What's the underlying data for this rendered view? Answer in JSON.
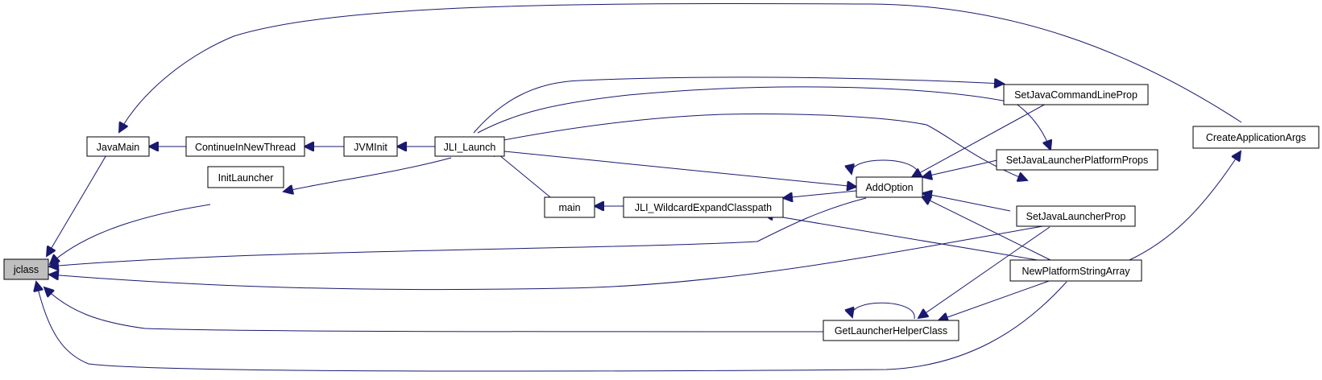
{
  "graph": {
    "edge_color": "#191970",
    "root_fill": "#bfbfbf",
    "nodes": [
      {
        "id": "jclass",
        "label": "jclass"
      },
      {
        "id": "JavaMain",
        "label": "JavaMain"
      },
      {
        "id": "ContinueInNewThread",
        "label": "ContinueInNewThread"
      },
      {
        "id": "JVMInit",
        "label": "JVMInit"
      },
      {
        "id": "JLI_Launch",
        "label": "JLI_Launch"
      },
      {
        "id": "InitLauncher",
        "label": "InitLauncher"
      },
      {
        "id": "main",
        "label": "main"
      },
      {
        "id": "JLI_WildcardExpandClasspath",
        "label": "JLI_WildcardExpandClasspath"
      },
      {
        "id": "AddOption",
        "label": "AddOption"
      },
      {
        "id": "SetJavaCommandLineProp",
        "label": "SetJavaCommandLineProp"
      },
      {
        "id": "SetJavaLauncherPlatformProps",
        "label": "SetJavaLauncherPlatformProps"
      },
      {
        "id": "SetJavaLauncherProp",
        "label": "SetJavaLauncherProp"
      },
      {
        "id": "NewPlatformStringArray",
        "label": "NewPlatformStringArray"
      },
      {
        "id": "GetLauncherHelperClass",
        "label": "GetLauncherHelperClass"
      },
      {
        "id": "CreateApplicationArgs",
        "label": "CreateApplicationArgs"
      }
    ],
    "edges": [
      {
        "from": "JavaMain",
        "to": "jclass"
      },
      {
        "from": "InitLauncher",
        "to": "jclass"
      },
      {
        "from": "AddOption",
        "to": "jclass"
      },
      {
        "from": "SetJavaLauncherProp",
        "to": "jclass"
      },
      {
        "from": "GetLauncherHelperClass",
        "to": "jclass"
      },
      {
        "from": "NewPlatformStringArray",
        "to": "jclass"
      },
      {
        "from": "ContinueInNewThread",
        "to": "JavaMain"
      },
      {
        "from": "CreateApplicationArgs",
        "to": "JavaMain"
      },
      {
        "from": "JVMInit",
        "to": "ContinueInNewThread"
      },
      {
        "from": "JLI_Launch",
        "to": "JVMInit"
      },
      {
        "from": "JLI_Launch",
        "to": "InitLauncher"
      },
      {
        "from": "main",
        "to": "JLI_Launch"
      },
      {
        "from": "JLI_Launch",
        "to": "SetJavaCommandLineProp"
      },
      {
        "from": "JLI_Launch",
        "to": "SetJavaLauncherPlatformProps"
      },
      {
        "from": "JLI_Launch",
        "to": "SetJavaLauncherProp"
      },
      {
        "from": "JLI_Launch",
        "to": "AddOption"
      },
      {
        "from": "JLI_WildcardExpandClasspath",
        "to": "main"
      },
      {
        "from": "AddOption",
        "to": "JLI_WildcardExpandClasspath"
      },
      {
        "from": "NewPlatformStringArray",
        "to": "JLI_WildcardExpandClasspath"
      },
      {
        "from": "AddOption",
        "to": "AddOption"
      },
      {
        "from": "SetJavaCommandLineProp",
        "to": "AddOption"
      },
      {
        "from": "SetJavaLauncherPlatformProps",
        "to": "AddOption"
      },
      {
        "from": "SetJavaLauncherProp",
        "to": "AddOption"
      },
      {
        "from": "NewPlatformStringArray",
        "to": "AddOption"
      },
      {
        "from": "GetLauncherHelperClass",
        "to": "GetLauncherHelperClass"
      },
      {
        "from": "SetJavaLauncherProp",
        "to": "GetLauncherHelperClass"
      },
      {
        "from": "NewPlatformStringArray",
        "to": "GetLauncherHelperClass"
      },
      {
        "from": "NewPlatformStringArray",
        "to": "CreateApplicationArgs"
      }
    ]
  }
}
